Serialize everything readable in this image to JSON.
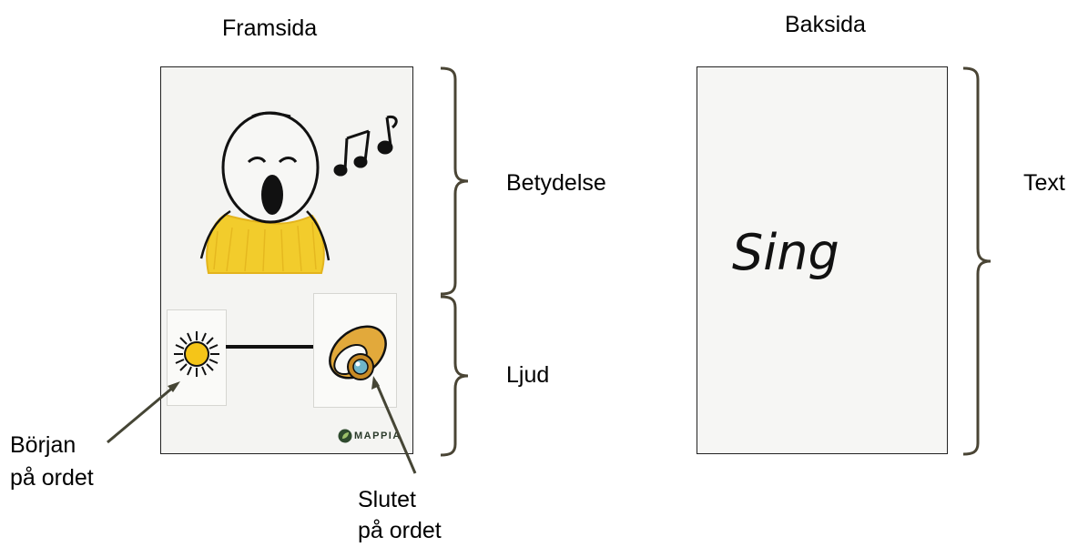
{
  "front": {
    "title": "Framsida"
  },
  "back": {
    "title": "Baksida",
    "word": "Sing"
  },
  "braces": {
    "meaning": "Betydelse",
    "sound": "Ljud",
    "text": "Text"
  },
  "annotations": {
    "start_line1": "Början",
    "start_line2": "på ordet",
    "end_line1": "Slutet",
    "end_line2": "på ordet"
  },
  "logo": {
    "text": "MAPPIA"
  },
  "colors": {
    "brace": "#4a4535",
    "arrow": "#454535",
    "hair": "#f2cc2c",
    "sun": "#f5c518",
    "ring": "#e2a93b",
    "gem": "#6fb5c9"
  }
}
